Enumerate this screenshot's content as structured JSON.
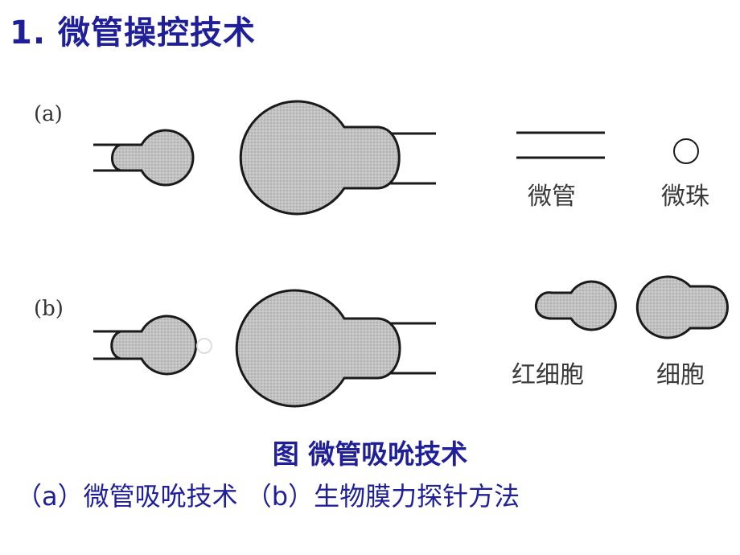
{
  "title": "1. 微管操控技术",
  "figure": {
    "panel_a_label": "(a)",
    "panel_b_label": "(b)",
    "legend": {
      "micropipette": "微管",
      "microbead": "微珠",
      "red_blood_cell": "红细胞",
      "cell": "细胞"
    }
  },
  "caption": "图  微管吸吮技术",
  "subcaption": "（a）微管吸吮技术    （b）生物膜力探针方法",
  "colors": {
    "title_text": "#1f1f9a",
    "cell_fill": "#b9b9b9",
    "outline": "#1a1a1a"
  }
}
